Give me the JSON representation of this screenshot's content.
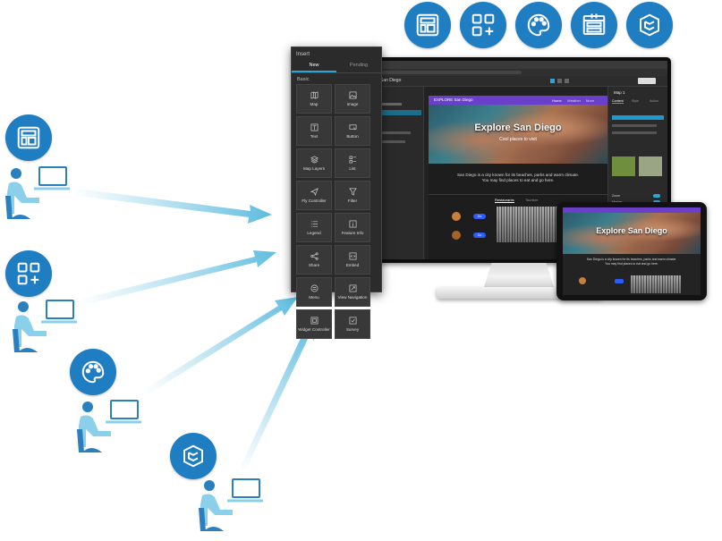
{
  "colors": {
    "badge": "#1f7dc2",
    "arrow": "#79c7e3",
    "panel": "#2b2b2b",
    "accent": "#2aa6d8",
    "header": "#6a3fc9"
  },
  "top_badges": [
    "layout-icon",
    "widget-add-icon",
    "palette-icon",
    "app-template-icon",
    "app-builder-icon"
  ],
  "personas": [
    {
      "badge_icon": "layout-icon"
    },
    {
      "badge_icon": "widget-add-icon"
    },
    {
      "badge_icon": "palette-icon"
    },
    {
      "badge_icon": "app-builder-icon"
    }
  ],
  "insert_panel": {
    "title": "Insert",
    "tabs": [
      "New",
      "Pending"
    ],
    "category": "Basic",
    "widgets": [
      {
        "label": "Map",
        "icon": "map-icon"
      },
      {
        "label": "Image",
        "icon": "image-icon"
      },
      {
        "label": "Text",
        "icon": "text-icon"
      },
      {
        "label": "Button",
        "icon": "button-icon"
      },
      {
        "label": "Map Layers",
        "icon": "layers-icon"
      },
      {
        "label": "List",
        "icon": "list-icon"
      },
      {
        "label": "Fly Controller",
        "icon": "plane-icon"
      },
      {
        "label": "Filter",
        "icon": "filter-icon"
      },
      {
        "label": "Legend",
        "icon": "legend-icon"
      },
      {
        "label": "Feature Info",
        "icon": "info-icon"
      },
      {
        "label": "Share",
        "icon": "share-icon"
      },
      {
        "label": "Embed",
        "icon": "embed-icon"
      },
      {
        "label": "Menu",
        "icon": "menu-icon"
      },
      {
        "label": "View Navigation",
        "icon": "navigation-icon"
      },
      {
        "label": "Widget Controller",
        "icon": "widget-controller-icon"
      },
      {
        "label": "Survey",
        "icon": "survey-icon"
      }
    ]
  },
  "desktop_app": {
    "page_name": "San Diego",
    "header_label": "EXPLORE San Diego",
    "nav": [
      "Home",
      "Weather",
      "More"
    ],
    "hero_title": "Explore San Diego",
    "hero_subtitle": "Cool places to visit",
    "body_text": "San Diego is a city known for its beaches, parks and warm climate. You may find places to eat and go here.",
    "tabs": [
      "Restaurants",
      "Tourism"
    ],
    "side_panel_title": "Map 1",
    "side_tabs": [
      "Content",
      "Style",
      "Action"
    ],
    "toggles": [
      "Zoom",
      "Marker"
    ],
    "button_label": "Go"
  },
  "tablet_app": {
    "hero_title": "Explore San Diego",
    "body_text": "San Diego is a city known for its beaches, parks and warm climate. You may find places to eat and go here."
  }
}
